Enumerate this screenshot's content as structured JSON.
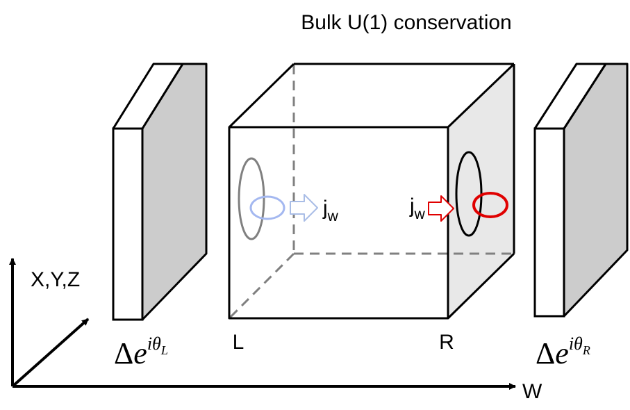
{
  "title": "Bulk U(1) conservation",
  "axes": {
    "vertical_label": "X,Y,Z",
    "horizontal_label": "W"
  },
  "bulk": {
    "left_label": "L",
    "right_label": "R"
  },
  "currents": {
    "left": {
      "base": "j",
      "sub": "w"
    },
    "right": {
      "base": "j",
      "sub": "w"
    }
  },
  "superconductors": {
    "left": {
      "delta": "Δ",
      "base": "e",
      "exp": "iθ",
      "exp_sub": "L"
    },
    "right": {
      "delta": "Δ",
      "base": "e",
      "exp": "iθ",
      "exp_sub": "R"
    }
  },
  "colors": {
    "slab_side": "#cccccc",
    "right_face": "#e8e8e8",
    "hidden_edges": "#808080",
    "left_ellipse": "#808080",
    "left_loop": "#a4b8f0",
    "left_arrow": "#a9bde6",
    "right_loop": "#e00000",
    "right_arrow": "#e00000"
  }
}
